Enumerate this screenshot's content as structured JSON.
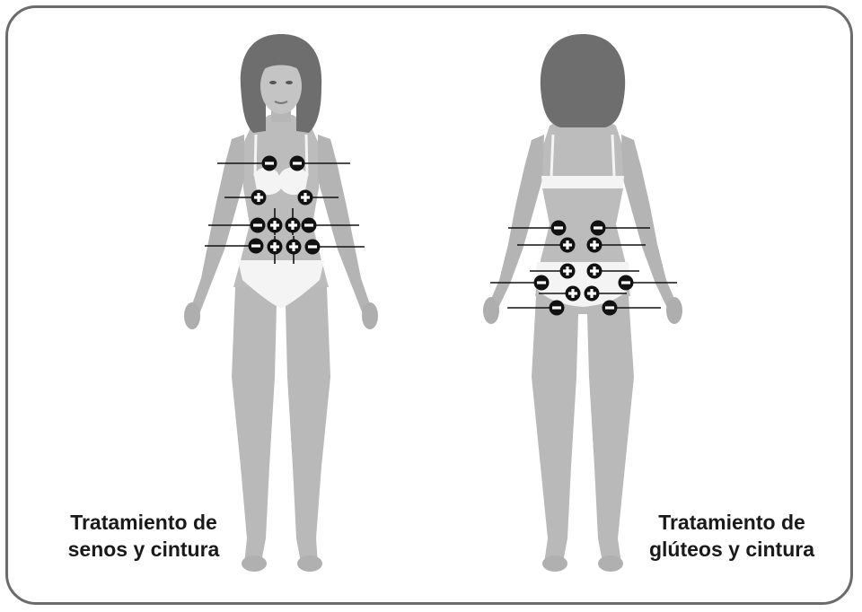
{
  "figures": [
    {
      "id": "front",
      "caption_line1": "Tratamiento de",
      "caption_line2": "senos y cintura"
    },
    {
      "id": "back",
      "caption_line1": "Tratamiento de",
      "caption_line2": "glúteos y cintura"
    }
  ],
  "colors": {
    "skin": "#b9b9b9",
    "skin_shadow": "#a4a4a4",
    "hair": "#6e6e6e",
    "underwear": "#f4f4f4",
    "electrode": "#111111",
    "frame": "#6b6b6b"
  },
  "electrodes": {
    "front": [
      "negative",
      "negative",
      "positive",
      "positive",
      "negative",
      "positive",
      "positive",
      "negative",
      "negative",
      "positive",
      "positive",
      "negative"
    ],
    "back": [
      "negative",
      "negative",
      "positive",
      "positive",
      "positive",
      "positive",
      "negative",
      "positive",
      "positive",
      "negative",
      "negative",
      "negative"
    ]
  }
}
